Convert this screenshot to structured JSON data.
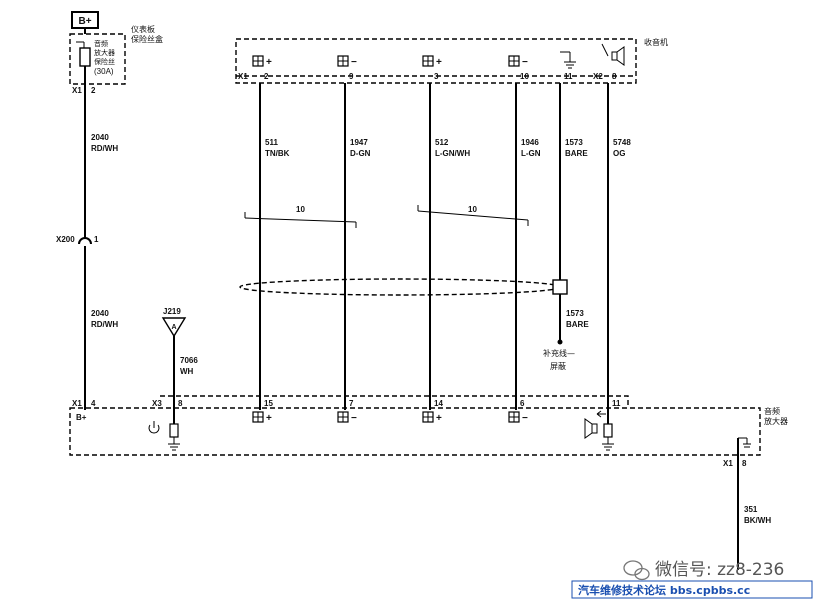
{
  "fuse_box": {
    "power_label": "B+",
    "title_line1": "仪表板",
    "title_line2": "保险丝盒",
    "fuse_line1": "音频",
    "fuse_line2": "放大器",
    "fuse_line3": "保险丝",
    "fuse_rating": "(30A)",
    "connector": "X1",
    "pin": "2"
  },
  "radio": {
    "title": "收音机",
    "connector_x1": "X1",
    "connector_x2": "X2",
    "pins": [
      "2",
      "9",
      "3",
      "10",
      "11",
      "8"
    ],
    "signs": [
      "+",
      "−",
      "+",
      "−"
    ]
  },
  "wires": {
    "power_upper": {
      "circuit": "2040",
      "color": "RD/WH"
    },
    "power_lower": {
      "circuit": "2040",
      "color": "RD/WH"
    },
    "w1": {
      "circuit": "511",
      "color": "TN/BK"
    },
    "w2": {
      "circuit": "1947",
      "color": "D-GN"
    },
    "w3": {
      "circuit": "512",
      "color": "L-GN/WH"
    },
    "w4": {
      "circuit": "1946",
      "color": "L-GN"
    },
    "w5": {
      "circuit": "1573",
      "color": "BARE"
    },
    "w6": {
      "circuit": "5748",
      "color": "OG"
    },
    "drain": {
      "circuit": "1573",
      "color": "BARE"
    },
    "j219": {
      "circuit": "7066",
      "color": "WH"
    },
    "ground": {
      "circuit": "351",
      "color": "BK/WH"
    }
  },
  "twist_labels": [
    "10",
    "10"
  ],
  "inline_connector": {
    "name": "X200",
    "pin": "1"
  },
  "splice": {
    "name": "J219",
    "symbol": "A"
  },
  "drain_note": {
    "line1": "补充线—",
    "line2": "屏蔽"
  },
  "amplifier": {
    "title_line1": "音频",
    "title_line2": "放大器",
    "bplus": "B+",
    "x1": "X1",
    "x1_pin": "4",
    "x3": "X3",
    "x3_pins": [
      "8",
      "15",
      "7",
      "14",
      "6",
      "11"
    ],
    "signs": [
      "+",
      "−",
      "+",
      "−"
    ],
    "ground_connector": "X1",
    "ground_pin": "8"
  },
  "watermark": {
    "wechat": "微信号: zz8-236",
    "forum": "汽车维修技术论坛 bbs.cpbbs.cc"
  }
}
